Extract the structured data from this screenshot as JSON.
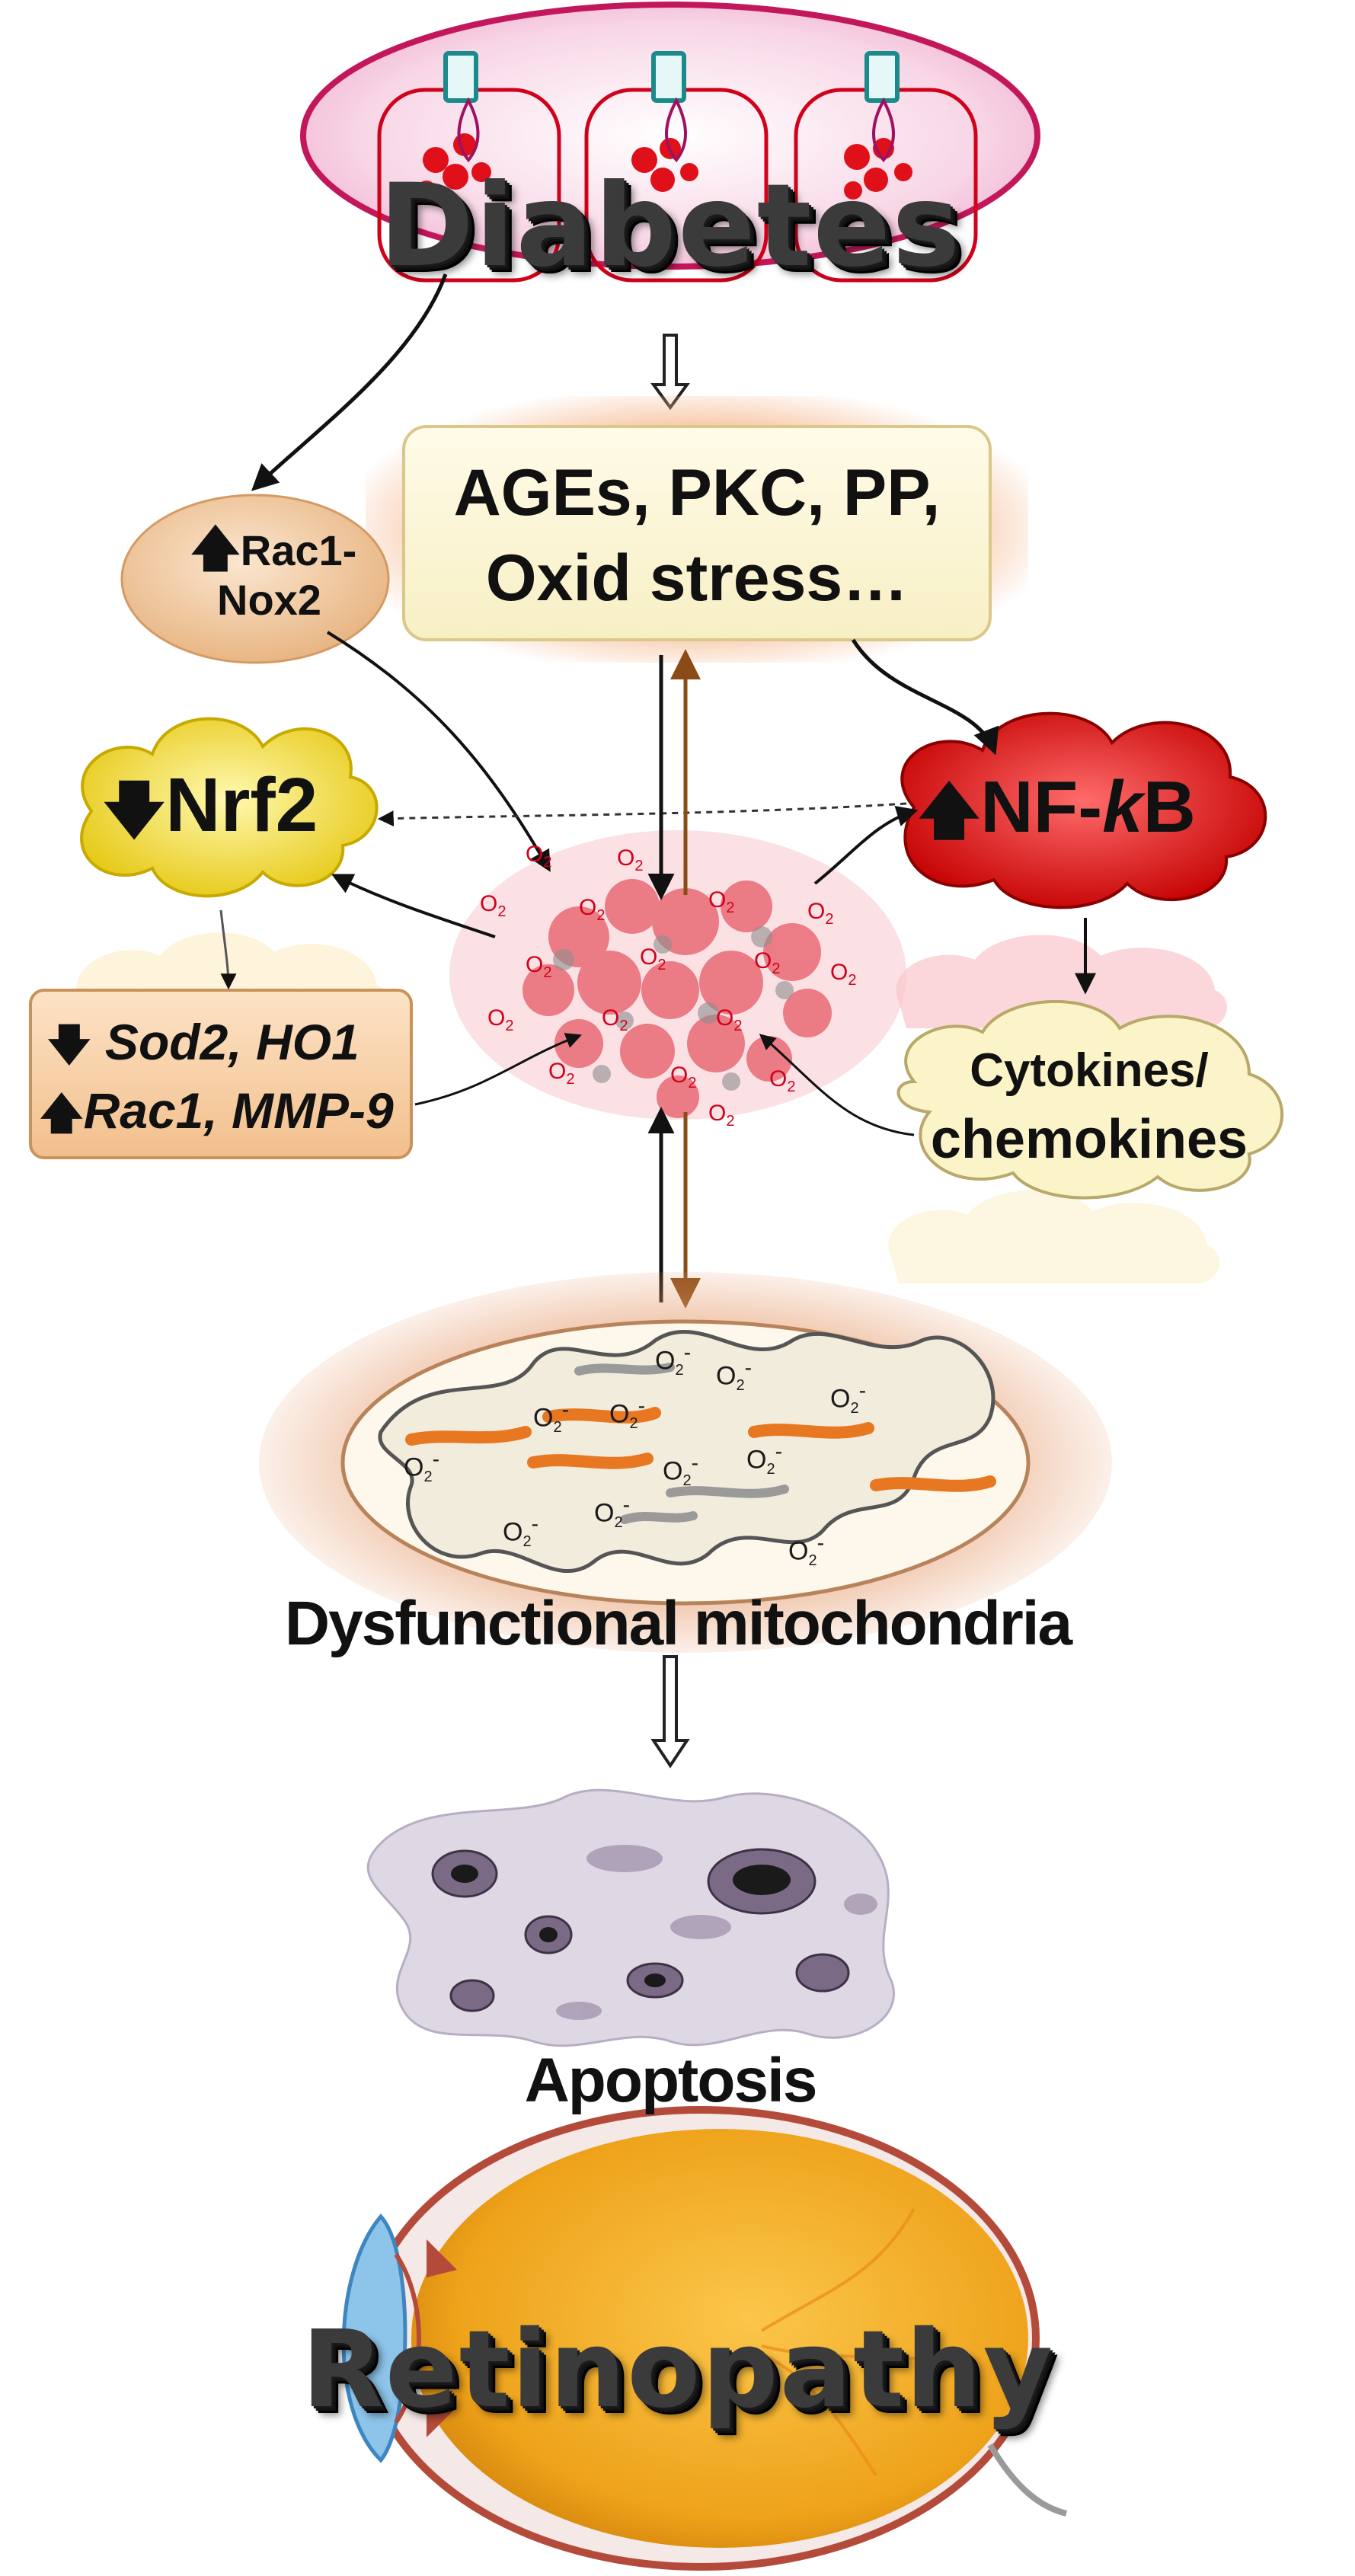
{
  "labels": {
    "diabetes": "Diabetes",
    "ages_line1": "AGEs, PKC, PP,",
    "ages_line2": "Oxid stress…",
    "rac1_line1": "Rac1-",
    "rac1_line2": "Nox2",
    "nrf2": "Nrf2",
    "nfkb_prefix": "NF-",
    "nfkb_k": "k",
    "nfkb_suffix": "B",
    "sod2": "Sod2, HO1",
    "mmp_rac1": "Rac1,",
    "mmp_mmp": "MMP-9",
    "cytokines_line1": "Cytokines/",
    "cytokines_line2": "chemokines",
    "mito": "Dysfunctional mitochondria",
    "apoptosis": "Apoptosis",
    "retinopathy": "Retinopathy"
  },
  "species": {
    "o2": "O",
    "o2_sub": "2",
    "superoxide_sup": "-"
  },
  "colors": {
    "diabetes_ellipse_fill": "#f6c6dc",
    "diabetes_ellipse_stroke": "#c2185b",
    "ages_box_fill": "#fdf7d6",
    "ages_glow": "#f4b183",
    "rac1_fill": "#f4d2ad",
    "nrf2_fill": "#f6e25a",
    "nfkb_fill": "#e02020",
    "sod2_box_fill": "#f8d3ac",
    "cytokine_cloud_fill": "#fbf4c8",
    "ros_red": "#d0021b",
    "mito_glow": "#e59a6b",
    "mito_orange": "#e87722",
    "eye_orange": "#f2a81d",
    "eye_blue": "#5aa8dc"
  }
}
